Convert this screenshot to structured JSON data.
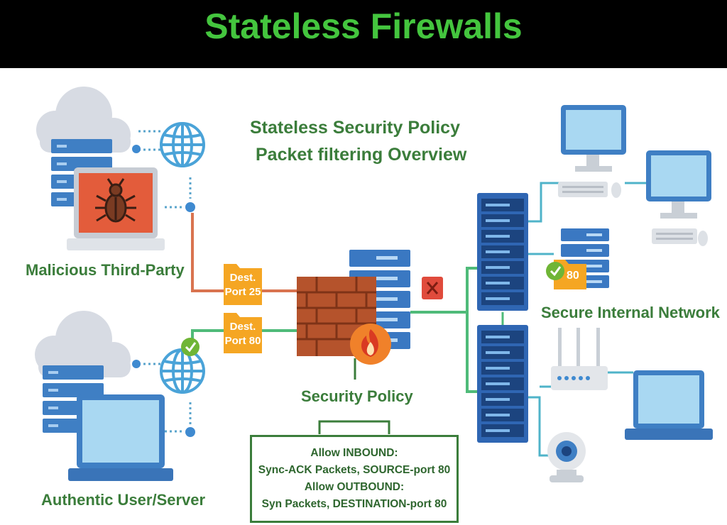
{
  "title": "Stateless Firewalls",
  "diagram": {
    "heading_line1": "Stateless Security Policy",
    "heading_line2": "Packet filtering Overview",
    "malicious_label": "Malicious Third-Party",
    "authentic_label": "Authentic User/Server",
    "internal_label": "Secure Internal Network",
    "policy_label": "Security Policy",
    "tag_port25": {
      "line1": "Dest.",
      "line2": "Port 25"
    },
    "tag_port80": {
      "line1": "Dest.",
      "line2": "Port 80"
    },
    "folder_badge": "80",
    "policy_rules": [
      "Allow INBOUND:",
      "Sync-ACK Packets, SOURCE-port 80",
      "Allow OUTBOUND:",
      "Syn Packets, DESTINATION-port 80"
    ]
  },
  "colors": {
    "title": "#44c53e",
    "heading": "#3b7d3b",
    "blocked_line": "#d9734f",
    "allowed_line": "#4fbb79",
    "network_line": "#4fb3c9",
    "tag_orange": "#f5a623",
    "server_blue": "#2f66b3",
    "firewall_brick": "#b5532c",
    "deny_red": "#d94135",
    "check_green": "#6fb536"
  },
  "icons": [
    "cloud-icon",
    "server-icon",
    "globe-icon",
    "laptop-icon",
    "bug-icon",
    "firewall-icon",
    "flame-icon",
    "close-icon",
    "check-icon",
    "monitor-icon",
    "keyboard-icon",
    "mouse-icon",
    "folder-icon",
    "router-icon",
    "webcam-icon"
  ]
}
